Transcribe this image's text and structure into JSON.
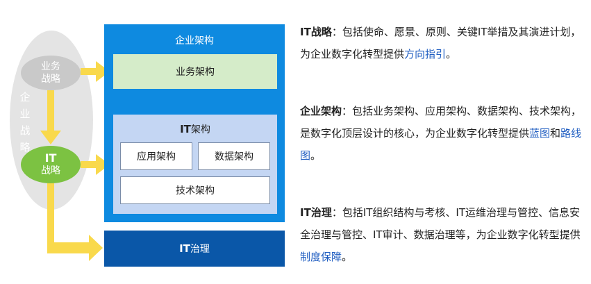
{
  "diagram": {
    "enterprise_strategy": "企业战略",
    "business_strategy": [
      "业务",
      "战略"
    ],
    "it_strategy": [
      "IT",
      "战略"
    ],
    "enterprise_architecture": "企业架构",
    "business_architecture": "业务架构",
    "it_architecture": {
      "prefix": "IT",
      "suffix": "架构"
    },
    "application_architecture": "应用架构",
    "data_architecture": "数据架构",
    "technology_architecture": "技术架构",
    "it_governance": {
      "prefix": "IT",
      "suffix": "治理"
    }
  },
  "descriptions": [
    {
      "term": "IT战略",
      "body": "：包括使命、愿景、原则、关键IT举措及其演进计划，为企业数字化转型提供",
      "highlight": "方向指引",
      "tail": "。"
    },
    {
      "term": "企业架构",
      "body": "：包括业务架构、应用架构、数据架构、技术架构，是数字化顶层设计的核心，为企业数字化转型提供",
      "highlight": "蓝图",
      "connector": "和",
      "highlight2": "路线图",
      "tail": "。"
    },
    {
      "term": "IT治理",
      "body": "：包括IT组织结构与考核、IT运维治理与管控、信息安全治理与管控、IT审计、数据治理等，为企业数字化转型提供",
      "highlight": "制度保障",
      "tail": "。"
    }
  ],
  "colors": {
    "enterprise_blue": "#0e8ae0",
    "governance_blue": "#0a57a8",
    "business_green": "#d5ecc9",
    "it_arch_blue": "#c4d6f3",
    "strategy_green": "#7cc242",
    "arrow_yellow": "#f9d94c",
    "highlight_blue": "#1f5dc1"
  }
}
